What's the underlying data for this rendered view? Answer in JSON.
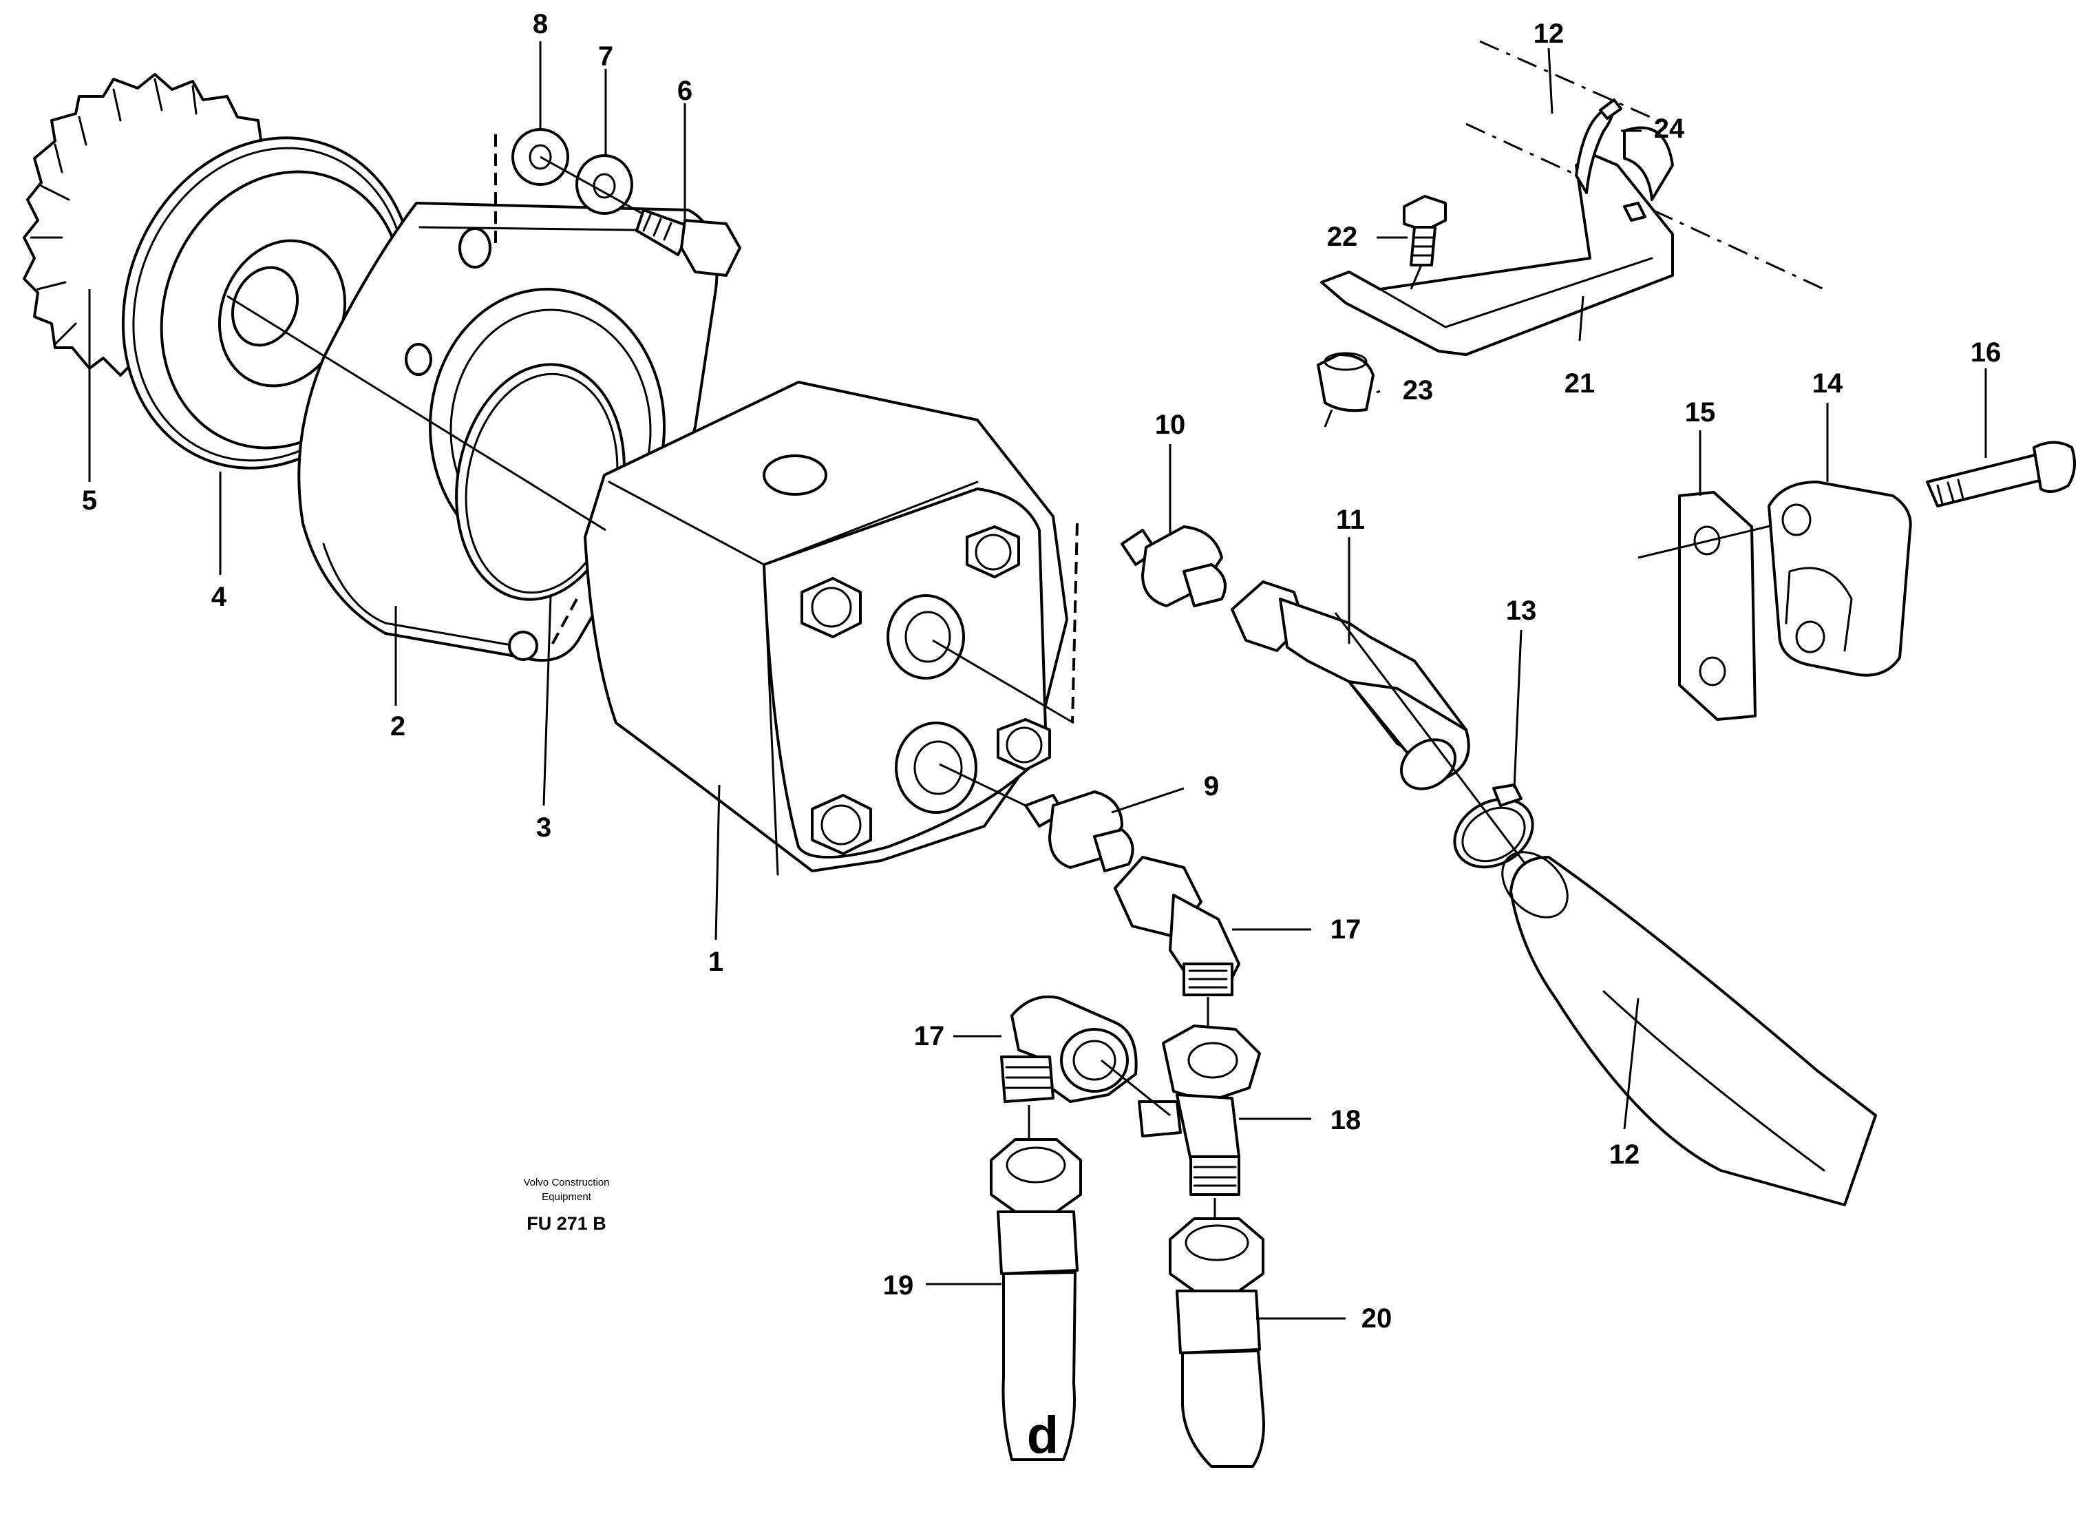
{
  "caption": {
    "line1": "Volvo Construction",
    "line2": "Equipment",
    "code": "FU 271 B"
  },
  "corner_mark": "d",
  "callouts": {
    "c1": "1",
    "c2": "2",
    "c3": "3",
    "c4": "4",
    "c5": "5",
    "c6": "6",
    "c7": "7",
    "c8": "8",
    "c9": "9",
    "c10": "10",
    "c11": "11",
    "c12_top": "12",
    "c12_hose": "12",
    "c13": "13",
    "c14": "14",
    "c15": "15",
    "c16": "16",
    "c17_right": "17",
    "c17_left": "17",
    "c18": "18",
    "c19": "19",
    "c20": "20",
    "c21": "21",
    "c22": "22",
    "c23": "23",
    "c24": "24"
  }
}
